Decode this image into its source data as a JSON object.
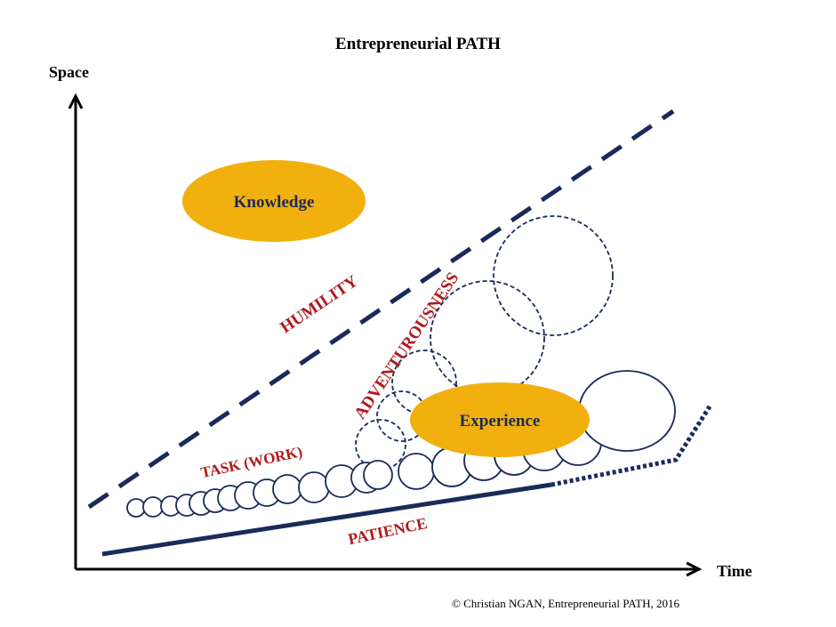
{
  "title": "Entrepreneurial PATH",
  "axes": {
    "y_label": "Space",
    "x_label": "Time"
  },
  "ovals": {
    "knowledge": "Knowledge",
    "experience": "Experience"
  },
  "labels": {
    "humility": "HUMILITY",
    "adventurousness": "ADVENTUROUSNESS",
    "task": "TASK (WORK)",
    "patience": "PATIENCE"
  },
  "copyright": "© Christian NGAN, Entrepreneurial PATH,  2016",
  "colors": {
    "navy": "#1a2a5a",
    "red": "#b0191c",
    "gold": "#f2b00f",
    "axis": "#000000"
  }
}
